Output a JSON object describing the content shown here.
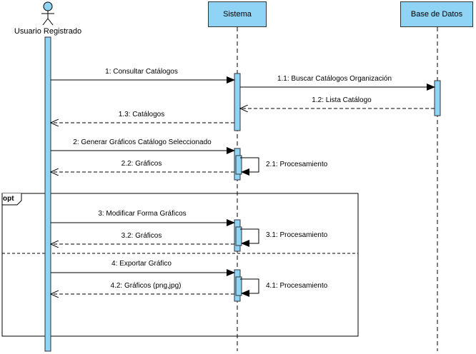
{
  "lifelines": {
    "actor": "Usuario Registrado",
    "system": "Sistema",
    "db": "Base de Datos"
  },
  "fragment": {
    "operator": "opt"
  },
  "messages": {
    "m1": "1: Consultar Catálogos",
    "m1_1": "1.1: Buscar Catálogos Organización",
    "m1_2": "1.2: Lista Catálogo",
    "m1_3": "1.3: Catálogos",
    "m2": "2: Generar Gráficos Catálogo Seleccionado",
    "m2_1": "2.1: Procesamiento",
    "m2_2": "2.2: Gráficos",
    "m3": "3: Modificar Forma Gráficos",
    "m3_1": "3.1: Procesamiento",
    "m3_2": "3.2: Gráficos",
    "m4": "4: Exportar Gráfico",
    "m4_1": "4.1: Procesamiento",
    "m4_2": "4.2: Gráficos (png,jpg)"
  },
  "colors": {
    "activation": "#8fd3f5",
    "line": "#000000"
  }
}
